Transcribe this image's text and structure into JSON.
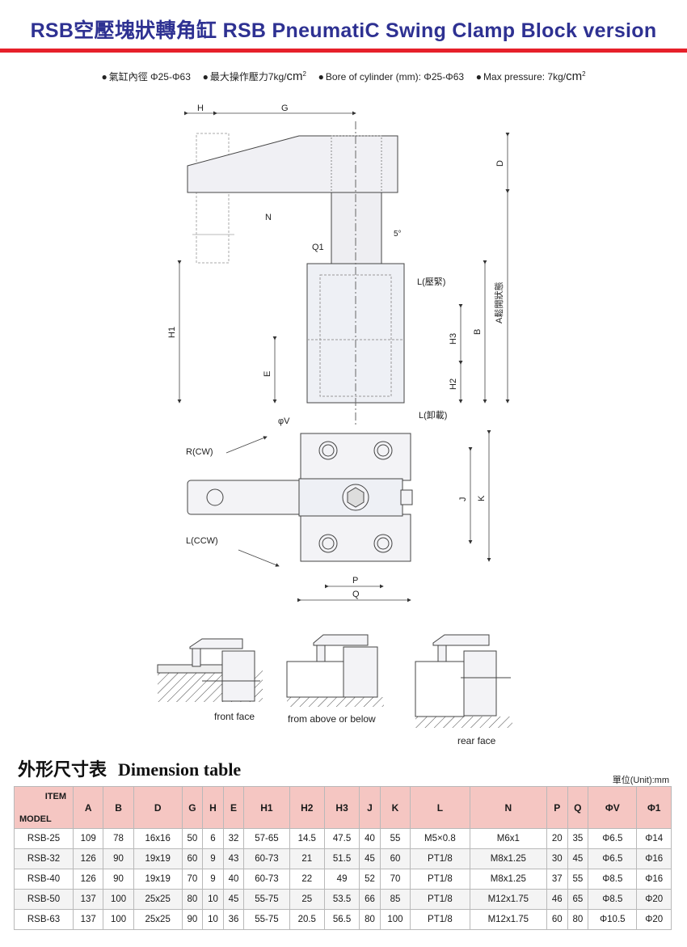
{
  "header": {
    "title": "RSB空壓塊狀轉角缸 RSB PneumatiC Swing Clamp Block version"
  },
  "specs": {
    "bore_cn": "氣缸內徑 Φ25-Φ63",
    "pressure_cn_prefix": "最大操作壓力7kg/",
    "bore_en": "Bore of cylinder (mm): Φ25-Φ63",
    "pressure_en_prefix": "Max pressure: 7kg/",
    "unit_cm": "cm",
    "unit_sup": "2"
  },
  "drawing": {
    "labels": {
      "H": "H",
      "G": "G",
      "D": "D",
      "N": "N",
      "five_deg": "5°",
      "Q1": "Q1",
      "L_press": "L(壓緊)",
      "A_open": "A鬆開狀態",
      "B": "B",
      "H1": "H1",
      "H3": "H3",
      "E": "E",
      "H2": "H2",
      "L_unload": "L(卸載)",
      "phiV": "φV",
      "R_cw": "R(CW)",
      "L_ccw": "L(CCW)",
      "J": "J",
      "K": "K",
      "P": "P",
      "Q": "Q"
    },
    "views": [
      {
        "caption": "front face"
      },
      {
        "caption": "from above or below"
      },
      {
        "caption": "rear face"
      }
    ]
  },
  "table": {
    "title_cn": "外形尺寸表",
    "title_en": "Dimension table",
    "unit": "單位(Unit):mm",
    "item_label": "ITEM",
    "model_label": "MODEL",
    "columns": [
      "A",
      "B",
      "D",
      "G",
      "H",
      "E",
      "H1",
      "H2",
      "H3",
      "J",
      "K",
      "L",
      "N",
      "P",
      "Q",
      "ΦV",
      "Φ1"
    ],
    "rows": [
      {
        "model": "RSB-25",
        "cells": [
          "109",
          "78",
          "16x16",
          "50",
          "6",
          "32",
          "57-65",
          "14.5",
          "47.5",
          "40",
          "55",
          "M5×0.8",
          "M6x1",
          "20",
          "35",
          "Φ6.5",
          "Φ14"
        ]
      },
      {
        "model": "RSB-32",
        "cells": [
          "126",
          "90",
          "19x19",
          "60",
          "9",
          "43",
          "60-73",
          "21",
          "51.5",
          "45",
          "60",
          "PT1/8",
          "M8x1.25",
          "30",
          "45",
          "Φ6.5",
          "Φ16"
        ]
      },
      {
        "model": "RSB-40",
        "cells": [
          "126",
          "90",
          "19x19",
          "70",
          "9",
          "40",
          "60-73",
          "22",
          "49",
          "52",
          "70",
          "PT1/8",
          "M8x1.25",
          "37",
          "55",
          "Φ8.5",
          "Φ16"
        ]
      },
      {
        "model": "RSB-50",
        "cells": [
          "137",
          "100",
          "25x25",
          "80",
          "10",
          "45",
          "55-75",
          "25",
          "53.5",
          "66",
          "85",
          "PT1/8",
          "M12x1.75",
          "46",
          "65",
          "Φ8.5",
          "Φ20"
        ]
      },
      {
        "model": "RSB-63",
        "cells": [
          "137",
          "100",
          "25x25",
          "90",
          "10",
          "36",
          "55-75",
          "20.5",
          "56.5",
          "80",
          "100",
          "PT1/8",
          "M12x1.75",
          "60",
          "80",
          "Φ10.5",
          "Φ20"
        ]
      }
    ]
  }
}
